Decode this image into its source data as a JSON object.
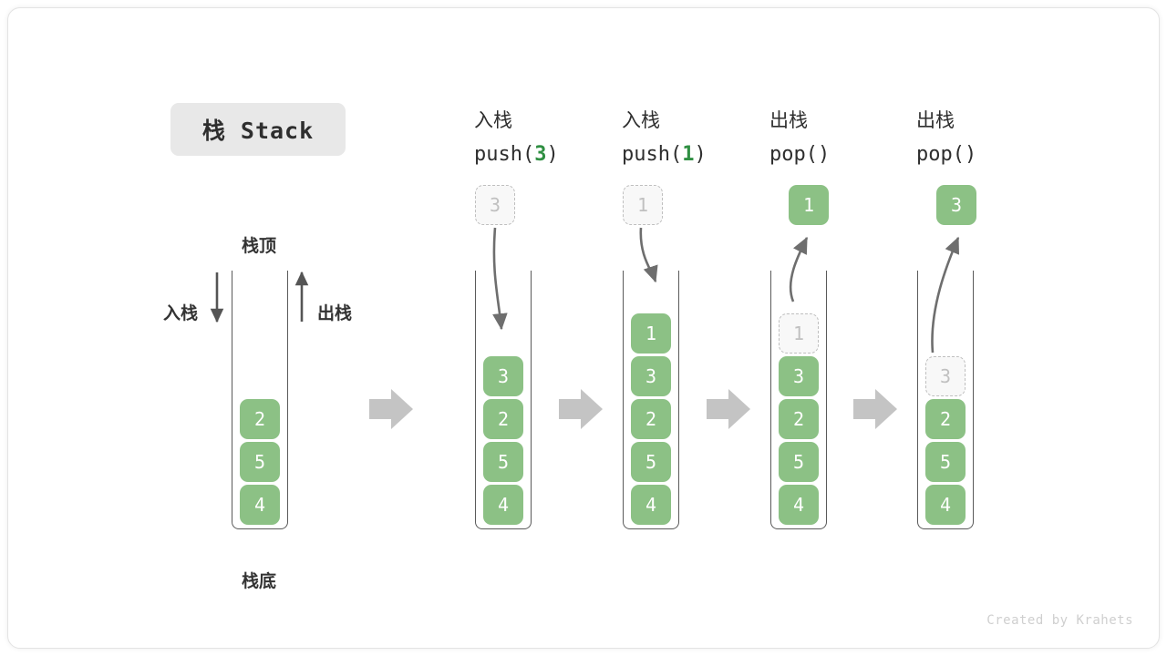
{
  "title": {
    "chip_label": "栈 Stack"
  },
  "credit": "Created by Krahets",
  "labels": {
    "top": "栈顶",
    "bottom": "栈底",
    "push_side": "入栈",
    "pop_side": "出栈"
  },
  "colors": {
    "element_green": "#8cc185",
    "ghost_gray": "#bfbfbf",
    "arrow_gray": "#6e6e6e",
    "flow_arrow_gray": "#c4c4c4",
    "chip_bg": "#e8e8e8",
    "highlight_green": "#2f8f42"
  },
  "columns": [
    {
      "id": "initial",
      "heading_cjk": "",
      "heading_code": "",
      "heading_value": "",
      "floating_cell": null,
      "cells": [
        {
          "value": "2",
          "state": "filled"
        },
        {
          "value": "5",
          "state": "filled"
        },
        {
          "value": "4",
          "state": "filled"
        }
      ]
    },
    {
      "id": "push-3",
      "heading_cjk": "入栈",
      "heading_code_prefix": "push(",
      "heading_value": "3",
      "heading_code_suffix": ")",
      "floating_cell": {
        "value": "3",
        "state": "ghost"
      },
      "cells": [
        {
          "value": "3",
          "state": "filled"
        },
        {
          "value": "2",
          "state": "filled"
        },
        {
          "value": "5",
          "state": "filled"
        },
        {
          "value": "4",
          "state": "filled"
        }
      ]
    },
    {
      "id": "push-1",
      "heading_cjk": "入栈",
      "heading_code_prefix": "push(",
      "heading_value": "1",
      "heading_code_suffix": ")",
      "floating_cell": {
        "value": "1",
        "state": "ghost"
      },
      "cells": [
        {
          "value": "1",
          "state": "filled"
        },
        {
          "value": "3",
          "state": "filled"
        },
        {
          "value": "2",
          "state": "filled"
        },
        {
          "value": "5",
          "state": "filled"
        },
        {
          "value": "4",
          "state": "filled"
        }
      ]
    },
    {
      "id": "pop-1",
      "heading_cjk": "出栈",
      "heading_code_prefix": "pop(",
      "heading_value": "",
      "heading_code_suffix": ")",
      "floating_cell": {
        "value": "1",
        "state": "filled"
      },
      "cells": [
        {
          "value": "1",
          "state": "ghost"
        },
        {
          "value": "3",
          "state": "filled"
        },
        {
          "value": "2",
          "state": "filled"
        },
        {
          "value": "5",
          "state": "filled"
        },
        {
          "value": "4",
          "state": "filled"
        }
      ]
    },
    {
      "id": "pop-3",
      "heading_cjk": "出栈",
      "heading_code_prefix": "pop(",
      "heading_value": "",
      "heading_code_suffix": ")",
      "floating_cell": {
        "value": "3",
        "state": "filled"
      },
      "cells": [
        {
          "value": "3",
          "state": "ghost"
        },
        {
          "value": "2",
          "state": "filled"
        },
        {
          "value": "5",
          "state": "filled"
        },
        {
          "value": "4",
          "state": "filled"
        }
      ]
    }
  ],
  "flow_arrows": 4
}
